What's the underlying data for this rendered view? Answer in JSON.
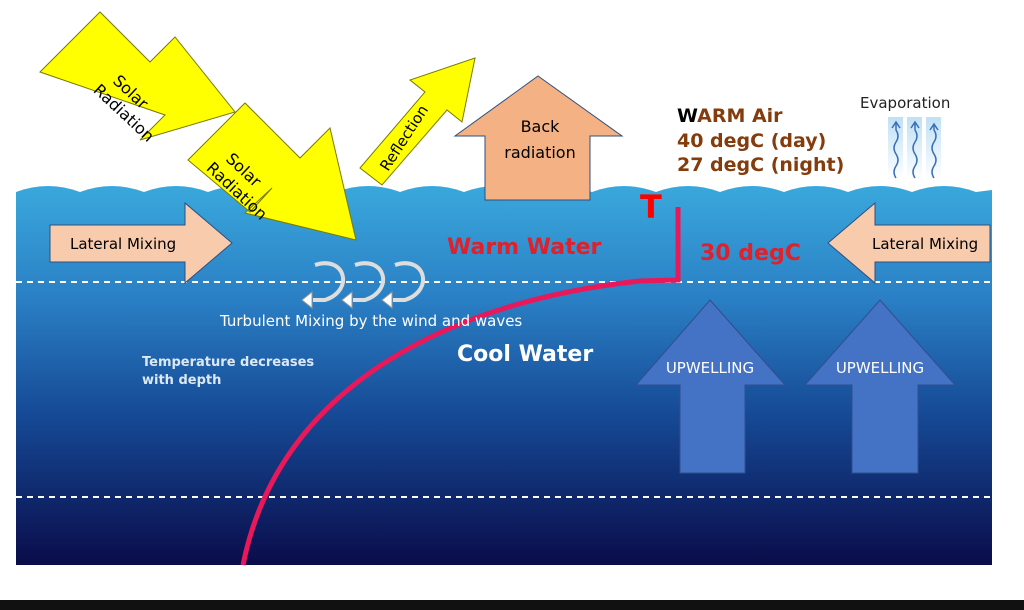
{
  "labels": {
    "solar1": [
      "Solar",
      "Radiation"
    ],
    "solar2": [
      "Solar",
      "Radiation"
    ],
    "reflection": "Reflection",
    "back_radiation": [
      "Back",
      "radiation"
    ],
    "warm_air_w": "W",
    "warm_air_rest": "ARM Air",
    "temp_day": "40 degC (day)",
    "temp_night": "27 degC (night)",
    "evaporation": "Evaporation",
    "t_marker": "T",
    "lateral_left": "Lateral Mixing",
    "lateral_right": "Lateral Mixing",
    "warm_water": "Warm Water",
    "water_temp": "30 degC",
    "turbulent": "Turbulent Mixing by the wind and waves",
    "cool_water": "Cool Water",
    "depth_note": [
      "Temperature decreases",
      "with depth"
    ],
    "upwelling1": "UPWELLING",
    "upwelling2": "UPWELLING"
  },
  "colors": {
    "solar": "#ffff00",
    "back_radiation": "#f4b183",
    "warm_air": "#843c0c",
    "warm_water_text": "#e0202a",
    "curve": "#e8185a",
    "upwelling": "#4472c4",
    "water_top": "#3aa8dc",
    "water_bottom": "#0a0c4a"
  }
}
